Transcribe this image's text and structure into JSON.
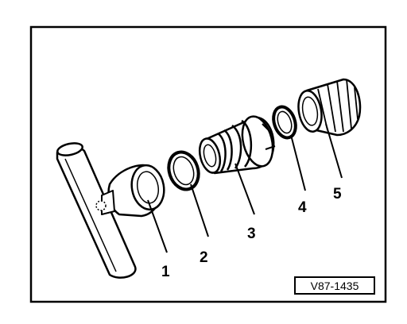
{
  "diagram": {
    "callouts": [
      {
        "id": "part-1",
        "label": "1"
      },
      {
        "id": "part-2",
        "label": "2"
      },
      {
        "id": "part-3",
        "label": "3"
      },
      {
        "id": "part-4",
        "label": "4"
      },
      {
        "id": "part-5",
        "label": "5"
      }
    ],
    "reference_code": "V87-1435"
  }
}
